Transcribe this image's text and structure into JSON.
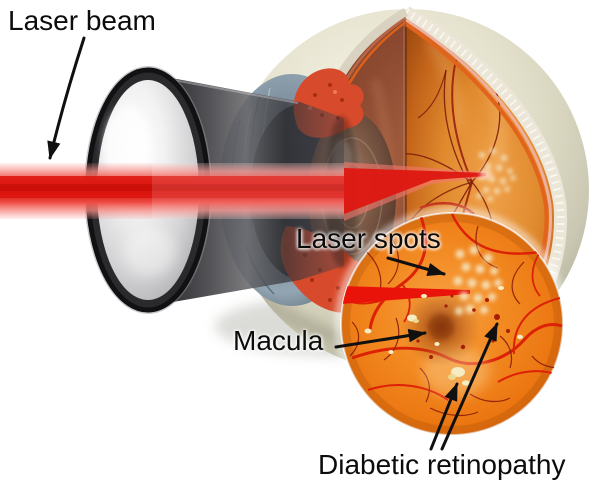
{
  "figure": {
    "labels": {
      "laser_beam": "Laser beam",
      "laser_spots": "Laser spots",
      "macula": "Macula",
      "diabetic_retinopathy": "Diabetic retinopathy"
    },
    "colors": {
      "background": "#ffffff",
      "laser_red": "#dd1711",
      "laser_halo_pink": "#f2837d",
      "sclera_cream": "#dedbc6",
      "eye_interior_brown": "#8a4830",
      "retina_orange": "#ec7712",
      "inset_retina_orange": "#f28a22",
      "vessel_bright_red": "#dd2106",
      "vessel_dark_maroon": "#8c1c06",
      "laser_spot_cream": "#f4e7c2",
      "exudate_yellow": "#f5ecc4",
      "ciliary_red": "#d84a2c",
      "iris_blue_gray": "#7b8d9b",
      "cone_gray": "#3a3a3d",
      "label_text": "#0c0c0c"
    }
  }
}
